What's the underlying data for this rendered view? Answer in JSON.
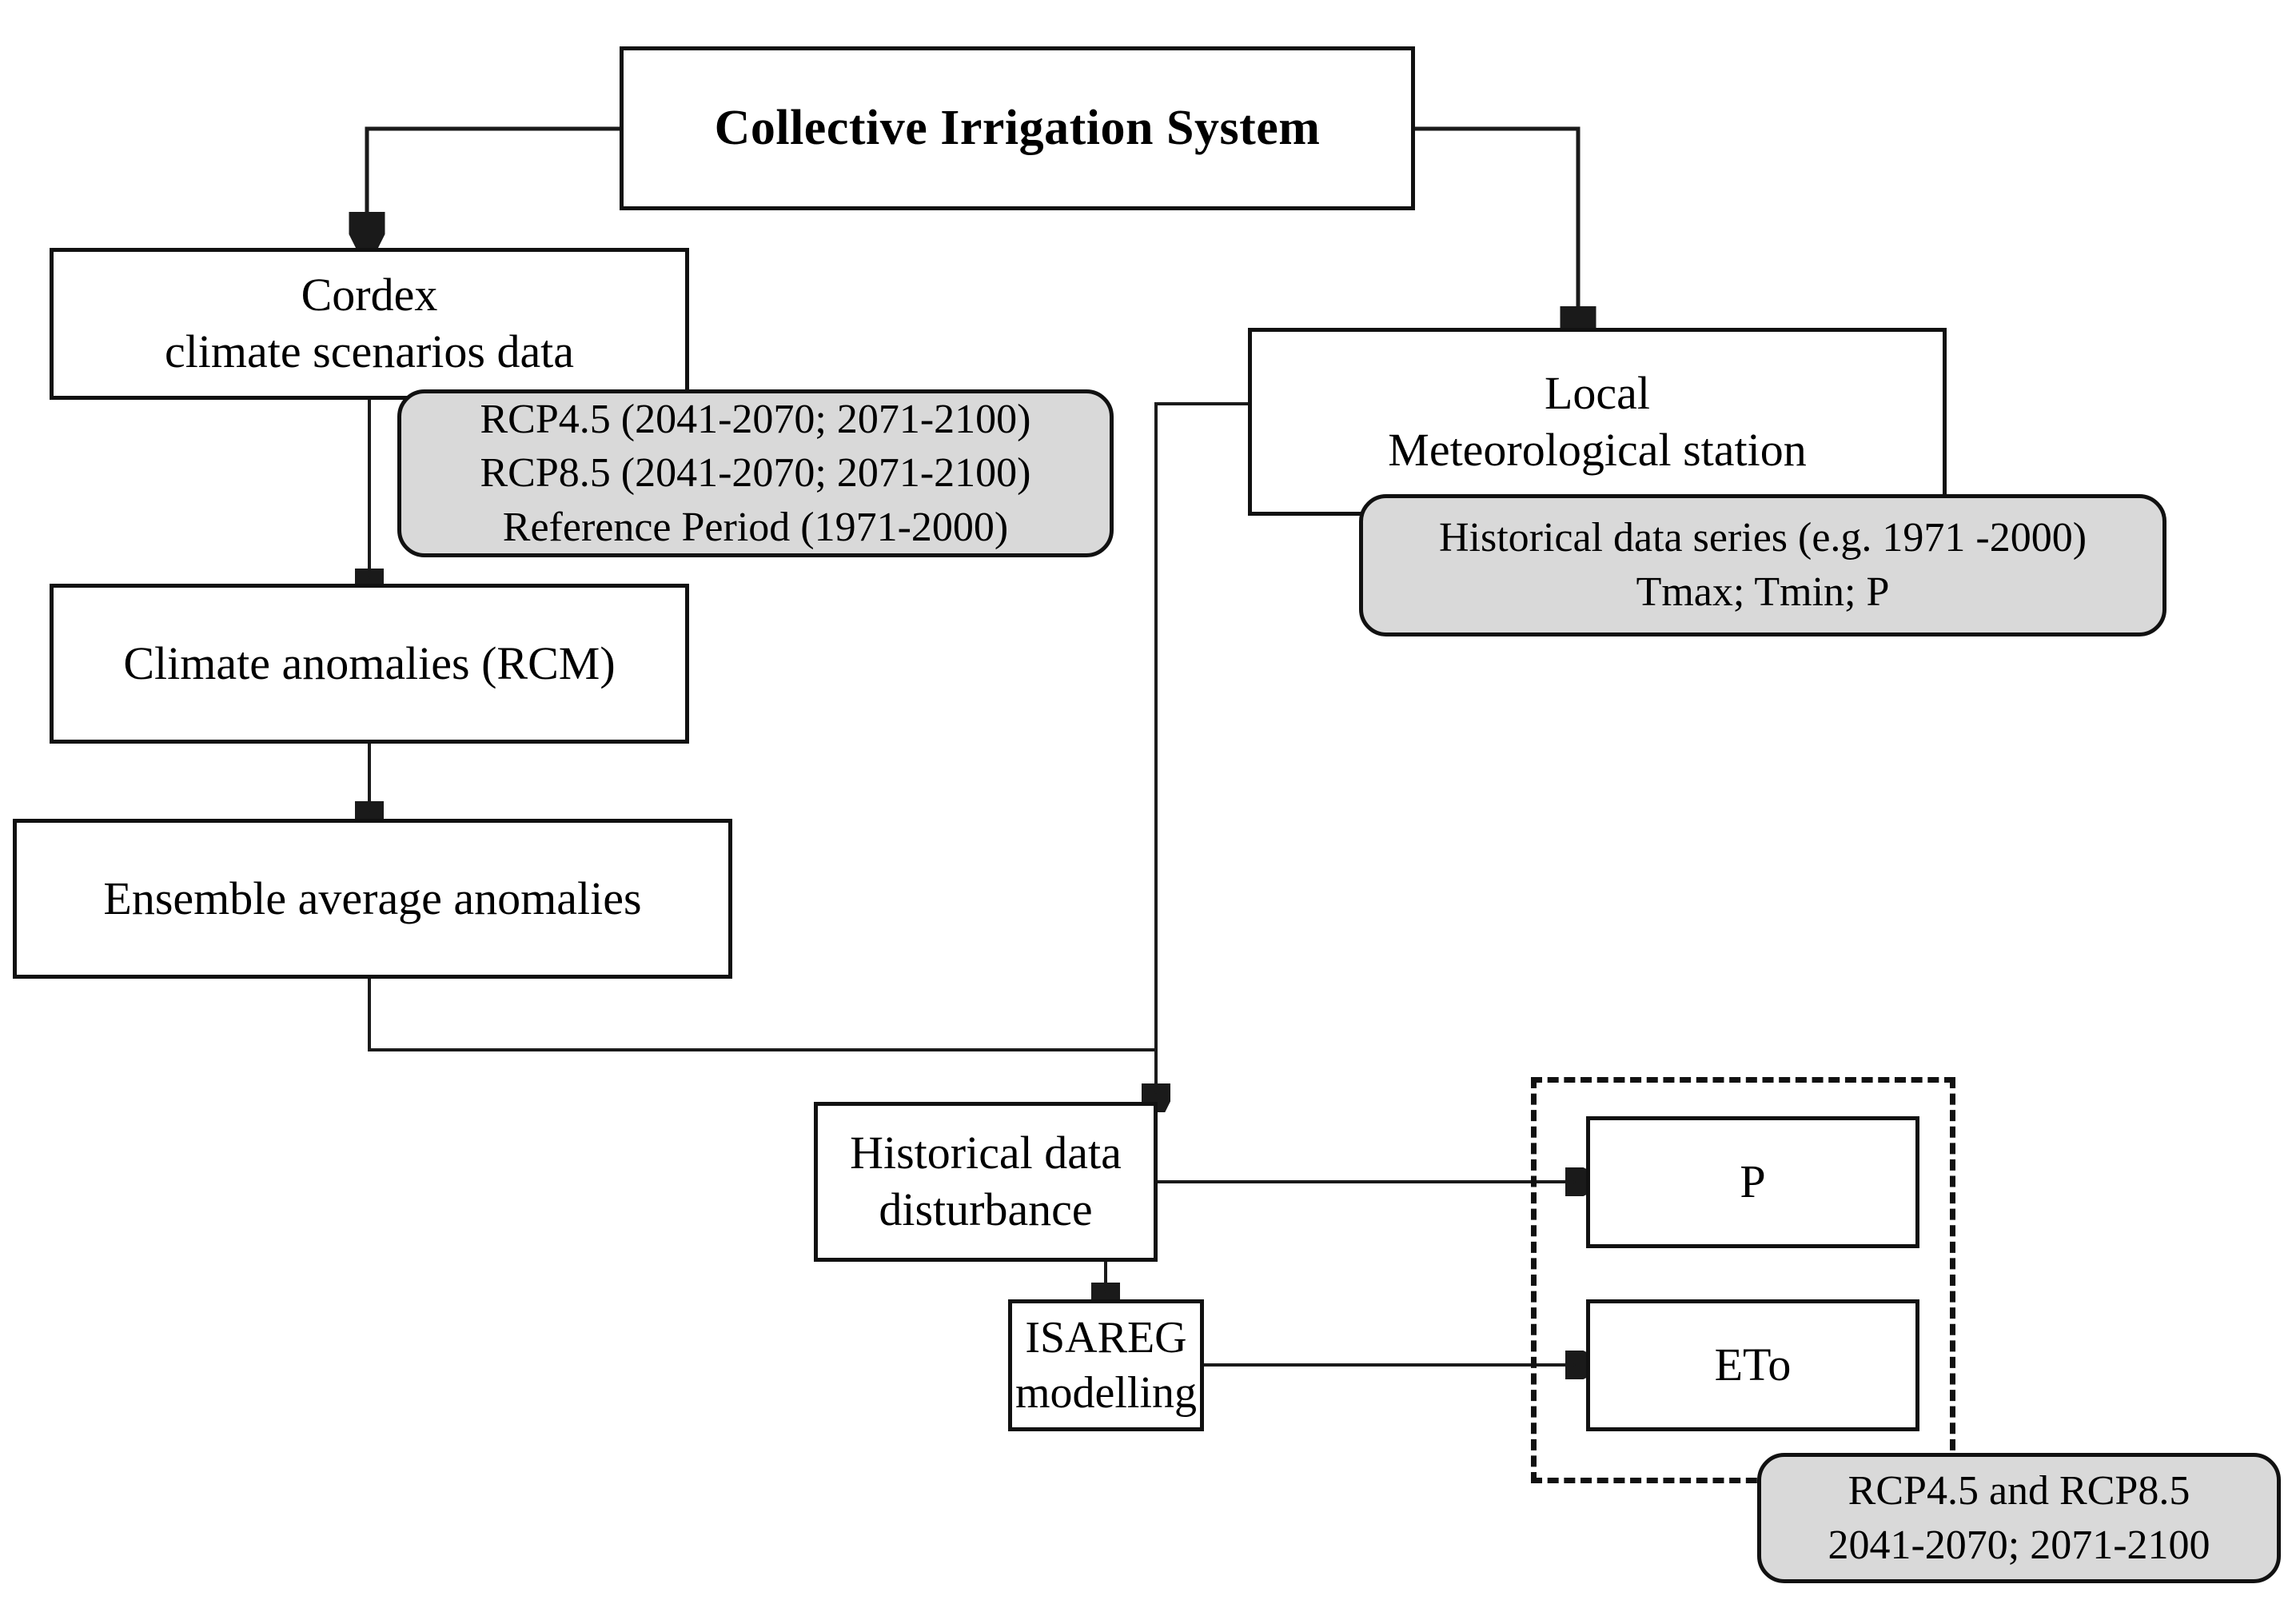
{
  "diagram": {
    "type": "flowchart",
    "title": "Collective Irrigation System climate scenario modelling workflow",
    "nodes": {
      "collective_irrigation_system": "Collective Irrigation System",
      "cordex_line1": "Cordex",
      "cordex_line2": "climate scenarios  data",
      "climate_anomalies": "Climate anomalies (RCM)",
      "ensemble_average": "Ensemble average  anomalies",
      "local_station_line1": "Local",
      "local_station_line2": "Meteorological station",
      "historical_disturbance": "Historical data disturbance",
      "isareg_line1": "ISAREG",
      "isareg_line2": "modelling",
      "output_p": "P",
      "output_eto": "ETo"
    },
    "notes": {
      "cordex_note_line1": "RCP4.5  (2041-2070; 2071-2100)",
      "cordex_note_line2": "RCP8.5  (2041-2070; 2071-2100)",
      "cordex_note_line3": "Reference Period (1971-2000)",
      "station_note_line1": "Historical data series (e.g. 1971 -2000)",
      "station_note_line2": "Tmax;  Tmin;  P",
      "output_note_line1": "RCP4.5 and RCP8.5",
      "output_note_line2": "2041-2070; 2071-2100"
    },
    "colors": {
      "stroke": "#111111",
      "note_fill": "#d9d9d9",
      "node_fill": "#ffffff",
      "background": "#ffffff"
    }
  }
}
